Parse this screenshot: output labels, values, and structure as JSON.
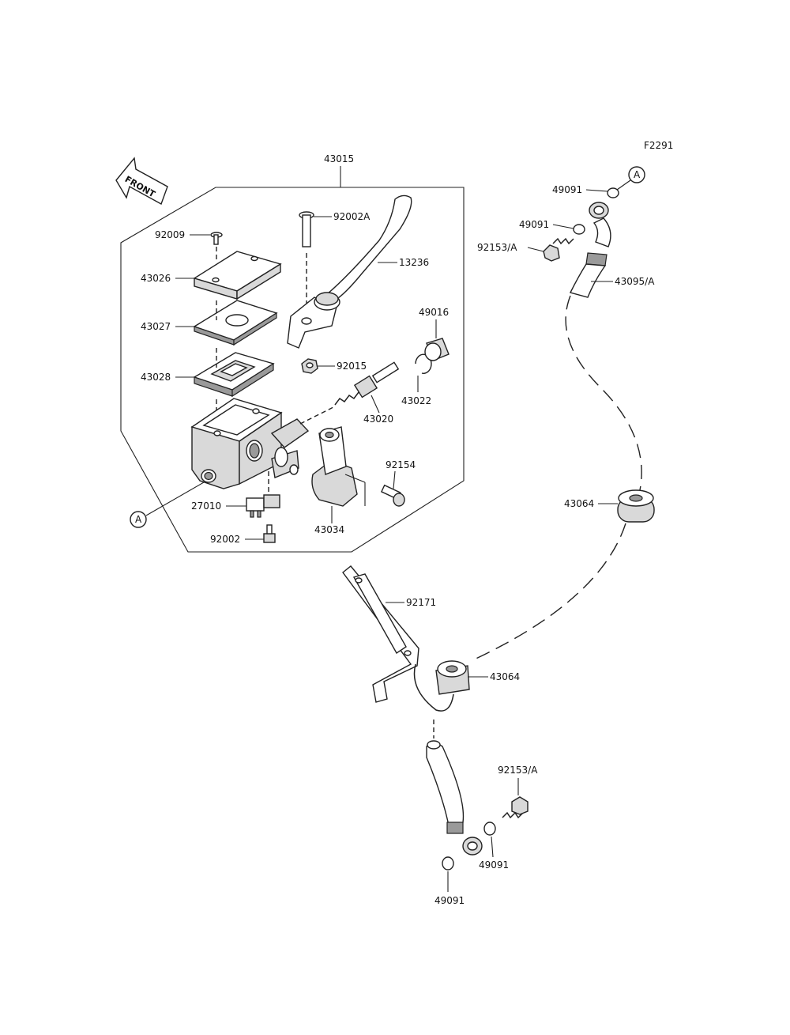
{
  "figure_code": "F2291",
  "front_label": "FRONT",
  "callout_a": "A",
  "group_label": "43015",
  "parts": {
    "p92009": "92009",
    "p43026": "43026",
    "p43027": "43027",
    "p43028": "43028",
    "p92002A": "92002A",
    "p13236": "13236",
    "p92015": "92015",
    "p49016": "49016",
    "p43022": "43022",
    "p43020": "43020",
    "p92154": "92154",
    "p27010": "27010",
    "p43034": "43034",
    "p92002": "92002",
    "p49091_a": "49091",
    "p49091_b": "49091",
    "p92153A_top": "92153/A",
    "p43095A": "43095/A",
    "p43064_top": "43064",
    "p92171": "92171",
    "p43064_bot": "43064",
    "p92153A_bot": "92153/A",
    "p49091_c": "49091",
    "p49091_d": "49091"
  }
}
